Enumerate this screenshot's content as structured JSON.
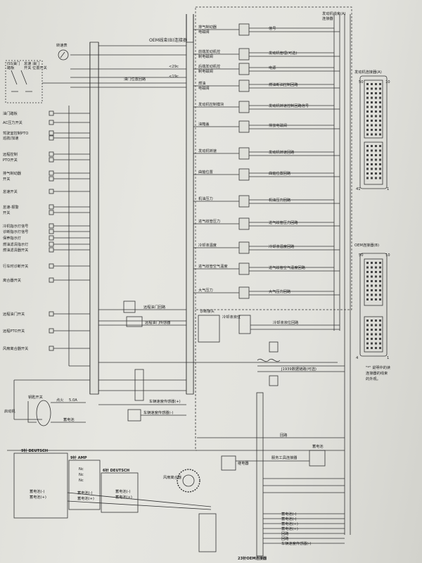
{
  "colors": {
    "paper": "#e2e2dd",
    "ink": "#2a2a2a",
    "line": "#3a3a3a"
  },
  "top": {
    "oem_b_header": "OEM线束(B)连接器",
    "engine_harness_header": "发动机线束(A)",
    "engine_harness_header2": "连接器",
    "tach_label": "转速表",
    "iss_label": "ISS油门",
    "iss_label2": "踏板",
    "idle_switch": "怠速",
    "idle_switch2": "开关",
    "idle_switch3": "油门",
    "idle_switch4": "位置开关",
    "pin_29c": "<29c",
    "pin_19c": "<19c",
    "throttle_circuit": "油门位置回路"
  },
  "left_switches": [
    "油门踏板",
    "AC压力开关",
    "驾驶室控制PTO",
    "巡航/加速",
    "远程控制",
    "PTO开关",
    "排气制动器",
    "开关",
    "怠速开关",
    "怠速-报警",
    "开关",
    "冷机指示灯信号",
    "诊断指示灯信号",
    "保养指示灯",
    "燃油滤清指示灯",
    "燃油滤清器开关",
    "行车时诊断开关",
    "离合器开关",
    "远程油门开关",
    "远程PTO开关",
    "风扇离合器开关"
  ],
  "sensors": [
    {
      "name": "排气制动器",
      "name2": "电磁阀",
      "note": "信号"
    },
    {
      "name": "前端发动机控",
      "name2": "制电磁阀",
      "note": "发动机管理(可选)"
    },
    {
      "name": "后端发动机控",
      "name2": "制电磁阀",
      "note": "电源"
    },
    {
      "name": "燃油",
      "name2": "电磁阀",
      "note": "燃油断油控制回路"
    },
    {
      "name": "发动机控制模块",
      "name2": "",
      "note": "发动机转速控制回路信号"
    },
    {
      "name": "油箱盖",
      "name2": "",
      "note": "排放电磁阀"
    },
    {
      "name": "发动机转速",
      "name2": "",
      "note": "发动机转速回路"
    },
    {
      "name": "曲轴位置",
      "name2": "",
      "note": "曲轴位置回路"
    },
    {
      "name": "机油压力",
      "name2": "",
      "note": "机油压力回路"
    },
    {
      "name": "进气歧管压力",
      "name2": "",
      "note": "进气歧管压力回路"
    },
    {
      "name": "冷却液温度",
      "name2": "",
      "note": "冷却液温度回路"
    },
    {
      "name": "进气歧管空气温度",
      "name2": "",
      "note": "进气歧管空气温度回路"
    },
    {
      "name": "大气压力",
      "name2": "",
      "note": "大气压力回路"
    }
  ],
  "mid": {
    "remote_throttle": "远程油门回路",
    "remote_throttle_sensor": "远程油门传感器",
    "vehicle_speed": "车辆速度传感器(+)",
    "vehicle_speed2": "车辆速度传感器(-)",
    "coolant_level_label": "冷却液液位",
    "coolant_level_circuit": "冷却液液位回路",
    "diag_connector": "诊断接头",
    "j1939": "J1939数据链路(可选)",
    "return_line": "回路",
    "relay": "继电器",
    "battery_link": "蓄电池",
    "service_tool": "服务工具连接器",
    "fan_clutch": "风扇离合器"
  },
  "ignition": {
    "key_switch": "钥匙开关",
    "fuse": "5.0A",
    "ignition": "点火",
    "starter": "启动机",
    "battery": "蓄电池"
  },
  "connectors": {
    "deutsch9": "9针 DEUTSCH",
    "amp": "9针 AMP",
    "deutsch6": "6针 DEUTSCH",
    "b1": "蓄电池(-)",
    "b2": "蓄电池(+)",
    "nc": "Nc",
    "bottom_label": "23针OEM连接器"
  },
  "bottom_right_lines": [
    "蓄电池(-)",
    "蓄电池(-)",
    "蓄电池(+)",
    "蓄电池(+)",
    "回路",
    "回路",
    "车辆速度传感器(-)"
  ],
  "right": {
    "ecm_a_title": "发动机连接器(A)",
    "ecm_a_num_l": "50",
    "ecm_a_num_r": "10",
    "ecm_a_num_bl": "41",
    "ecm_a_num_br": "1",
    "oem_b_title": "OEM连接器(B)",
    "oem_b_num_l": "50",
    "oem_b_num_r": "10",
    "oem_b_num_bl": "4",
    "oem_b_num_br": "1",
    "note1": "\"*\" 说明中的读",
    "note2": "连接器的线束",
    "note3": "的外观。"
  }
}
